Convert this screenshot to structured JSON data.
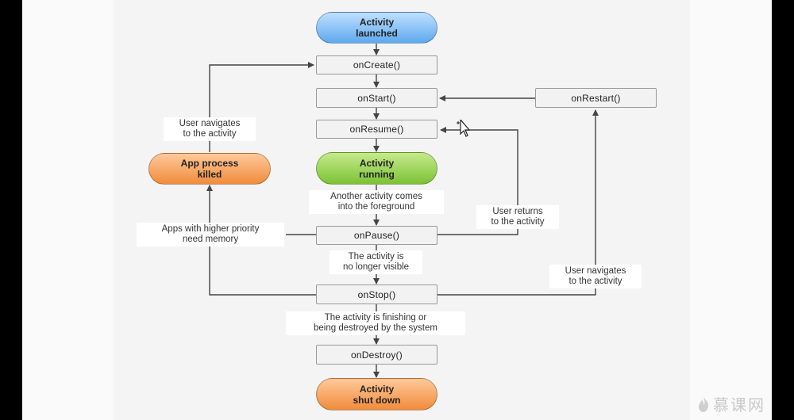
{
  "nodes": {
    "launched": "Activity\nlaunched",
    "on_create": "onCreate()",
    "on_start": "onStart()",
    "on_restart": "onRestart()",
    "on_resume": "onResume()",
    "running": "Activity\nrunning",
    "process_killed": "App process\nkilled",
    "on_pause": "onPause()",
    "on_stop": "onStop()",
    "on_destroy": "onDestroy()",
    "shut_down": "Activity\nshut down"
  },
  "labels": {
    "navigate_left": "User navigates\nto the activity",
    "foreground": "Another activity comes\ninto the foreground",
    "user_returns": "User returns\nto the activity",
    "higher_priority": "Apps with higher priority\nneed memory",
    "not_visible": "The activity is\nno longer visible",
    "navigate_right": "User navigates\nto the activity",
    "finishing": "The activity is finishing or\nbeing destroyed by the system"
  },
  "watermark": "慕课网",
  "colors": {
    "launched": "#5ea9ee",
    "running": "#7cc235",
    "terminal": "#f08c3c",
    "line": "#444444"
  }
}
